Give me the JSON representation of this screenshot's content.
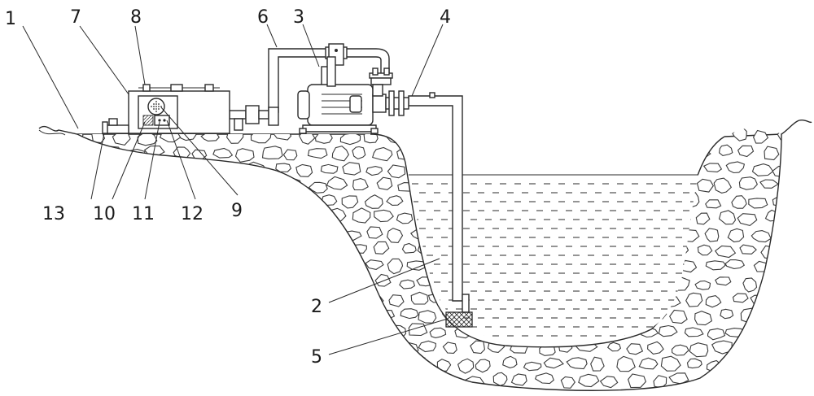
{
  "labels": [
    {
      "id": "1",
      "text": "1"
    },
    {
      "id": "2",
      "text": "2"
    },
    {
      "id": "3",
      "text": "3"
    },
    {
      "id": "4",
      "text": "4"
    },
    {
      "id": "5",
      "text": "5"
    },
    {
      "id": "6",
      "text": "6"
    },
    {
      "id": "7",
      "text": "7"
    },
    {
      "id": "8",
      "text": "8"
    },
    {
      "id": "9",
      "text": "9"
    },
    {
      "id": "10",
      "text": "10"
    },
    {
      "id": "11",
      "text": "11"
    },
    {
      "id": "12",
      "text": "12"
    },
    {
      "id": "13",
      "text": "13"
    }
  ],
  "colors": {
    "line": "#2a2a2a",
    "background": "#ffffff"
  }
}
